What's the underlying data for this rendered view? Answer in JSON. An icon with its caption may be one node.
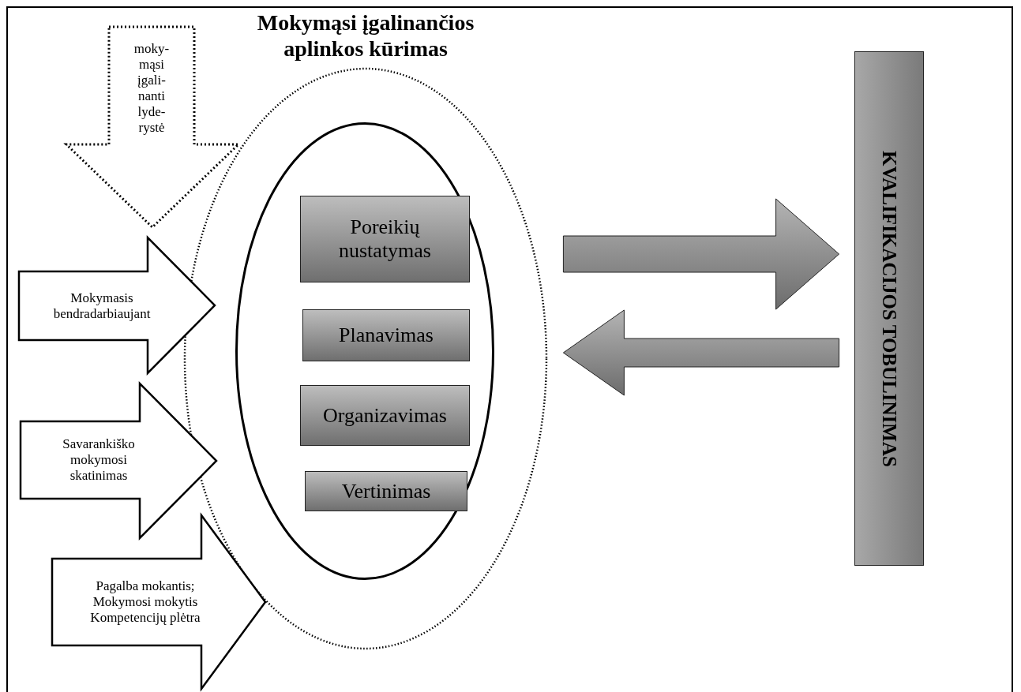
{
  "diagram": {
    "nodes": [
      {
        "text": [
          "Mokymąsi įgalinančios aplinkos kūrimas"
        ]
      },
      {
        "text": [],
        "shape": "ellipse",
        "in": 0
      },
      {
        "text": [
          "Poreikių nustatymas"
        ],
        "in": 1
      },
      {
        "text": [
          "Planavimas"
        ],
        "in": 1
      },
      {
        "text": [
          "Organizavimas"
        ],
        "in": 1
      },
      {
        "text": [
          "Vertinimas"
        ],
        "in": 1
      },
      {
        "text": [
          "moky- mąsi įgali- nanti lyde- rystė"
        ]
      },
      {
        "text": [
          "Mokymasis bendradarbiaujant"
        ]
      },
      {
        "text": [
          "Savarankiško mokymosi skatinimas"
        ]
      },
      {
        "text": [
          "Pagalba mokantis;",
          "Mokymosi mokytis",
          "Kompetencijų plėtra"
        ]
      },
      {
        "text": [
          "KVALIFIKACIJOS TOBULINIMAS"
        ]
      }
    ],
    "edges": [
      {
        "from": 0,
        "to": 10,
        "arrow": "to"
      },
      {
        "from": 10,
        "to": 0,
        "arrow": "to"
      }
    ]
  }
}
